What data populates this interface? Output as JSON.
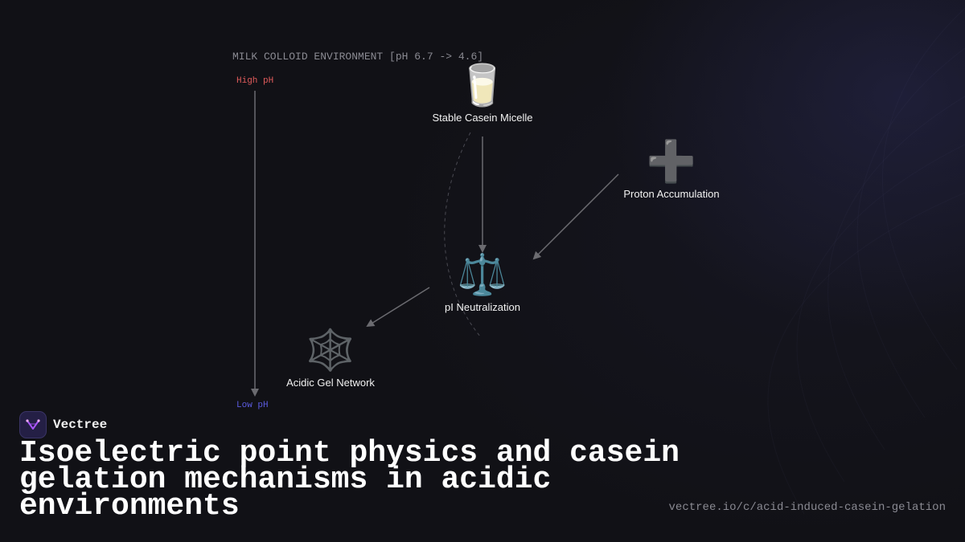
{
  "diagram": {
    "environment_label": "MILK COLLOID ENVIRONMENT [pH 6.7 -> 4.6]",
    "ph_axis": {
      "high_label": "High pH",
      "low_label": "Low pH",
      "high_color": "#e05b5b",
      "low_color": "#5b5be0"
    },
    "nodes": [
      {
        "id": "micelle",
        "icon": "🥛",
        "icon_name": "milk-glass-icon",
        "label": "Stable Casein Micelle"
      },
      {
        "id": "proton",
        "icon": "➕",
        "icon_name": "plus-icon",
        "label": "Proton Accumulation"
      },
      {
        "id": "neutralization",
        "icon": "⚖️",
        "icon_name": "balance-scale-icon",
        "label": "pI Neutralization"
      },
      {
        "id": "gel",
        "icon": "🕸️",
        "icon_name": "spider-web-icon",
        "label": "Acidic Gel Network"
      }
    ],
    "edges": [
      {
        "from": "Stable Casein Micelle",
        "to": "pI Neutralization"
      },
      {
        "from": "Proton Accumulation",
        "to": "pI Neutralization"
      },
      {
        "from": "pI Neutralization",
        "to": "Acidic Gel Network"
      }
    ]
  },
  "brand": {
    "name": "Vectree",
    "logo_icon": "vectree-logo-icon",
    "accent_color": "#a855f7"
  },
  "title": "Isoelectric point physics and casein gelation mechanisms in acidic environments",
  "url": "vectree.io/c/acid-induced-casein-gelation"
}
